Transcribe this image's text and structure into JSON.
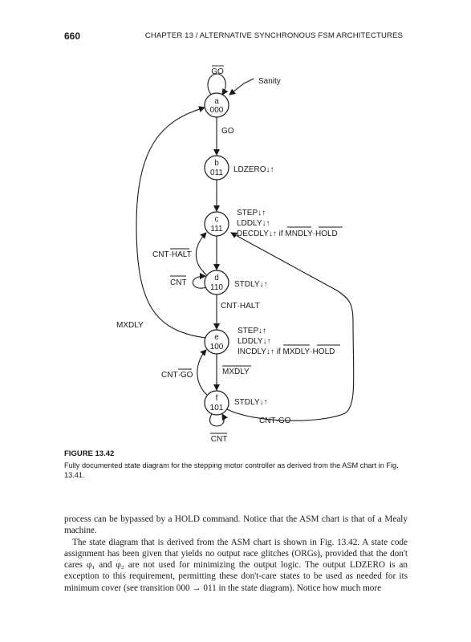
{
  "header": {
    "page_number": "660",
    "running_head": "CHAPTER 13 / ALTERNATIVE SYNCHRONOUS FSM ARCHITECTURES"
  },
  "figure": {
    "states": [
      {
        "id": "a",
        "letter": "a",
        "code": "000"
      },
      {
        "id": "b",
        "letter": "b",
        "code": "011"
      },
      {
        "id": "c",
        "letter": "c",
        "code": "111"
      },
      {
        "id": "d",
        "letter": "d",
        "code": "110"
      },
      {
        "id": "e",
        "letter": "e",
        "code": "100"
      },
      {
        "id": "f",
        "letter": "f",
        "code": "101"
      }
    ],
    "labels": {
      "go_bar": "GO",
      "sanity": "Sanity",
      "go": "GO",
      "ldzero": "LDZERO↓↑",
      "c_out1": "STEP↓↑",
      "c_out2": "LDDLY↓↑",
      "c_out3_prefix": "DECDLY↓↑ if ",
      "c_out3_cond_a": "MNDLY",
      "c_out3_dot": "·",
      "c_out3_cond_b": "HOLD",
      "cnt_halt_bar_prefix": "CNT·",
      "cnt_halt_bar_word": "HALT",
      "d_selfloop": "CNT",
      "d_out": "STDLY↓↑",
      "cnt_halt": "CNT·HALT",
      "mxdly": "MXDLY",
      "e_out1": "STEP↓↑",
      "e_out2": "LDDLY↓↑",
      "e_out3_prefix": "INCDLY↓↑ if ",
      "e_out3_cond_a": "MXDLY",
      "e_out3_dot": "·",
      "e_out3_cond_b": "HOLD",
      "cnt_go_bar_prefix": "CNT·",
      "cnt_go_bar_word": "GO",
      "mxdly_bar": "MXDLY",
      "f_out": "STDLY↓↑",
      "cnt_go": "CNT·GO",
      "cnt_bar": "CNT"
    }
  },
  "caption": {
    "label": "FIGURE 13.42",
    "text": "Fully documented state diagram for the stepping motor controller as derived from the ASM chart in Fig. 13.41."
  },
  "body": {
    "p1": "process can be bypassed by a HOLD command. Notice that the ASM chart is that of a Mealy machine.",
    "p2": "The state diagram that is derived from the ASM chart is shown in Fig. 13.42. A state code assignment has been given that yields no output race glitches (ORGs), provided that the don't cares φ₁ and φ₂ are not used for minimizing the output logic. The output LDZERO is an exception to this requirement, permitting these don't-care states to be used as needed for its minimum cover (see transition 000 → 011 in the state diagram). Notice how much more"
  }
}
